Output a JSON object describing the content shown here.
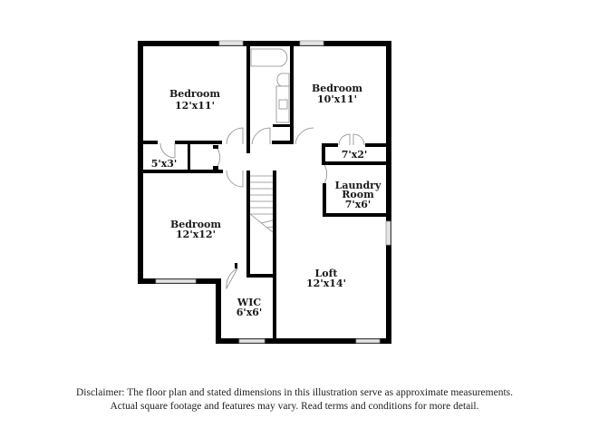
{
  "floorplan": {
    "rooms": [
      {
        "name": "Bedroom",
        "dims": "12'x11'"
      },
      {
        "name": "Bedroom",
        "dims": "10'x11'"
      },
      {
        "name": "",
        "dims": "5'x3'"
      },
      {
        "name": "",
        "dims": "7'x2'"
      },
      {
        "name": "Laundry",
        "name2": "Room",
        "dims": "7'x6'"
      },
      {
        "name": "Bedroom",
        "dims": "12'x12'"
      },
      {
        "name": "Loft",
        "dims": "12'x14'"
      },
      {
        "name": "WIC",
        "dims": "6'x6'"
      }
    ],
    "colors": {
      "wall": "#000000",
      "window": "#e4e4e4",
      "fixture_line": "#8a8a8a"
    }
  },
  "disclaimer": {
    "line1": "Disclaimer: The floor plan and stated dimensions in this illustration serve as approximate measurements.",
    "line2": "Actual square footage and features may vary. Read terms and conditions for more detail."
  }
}
